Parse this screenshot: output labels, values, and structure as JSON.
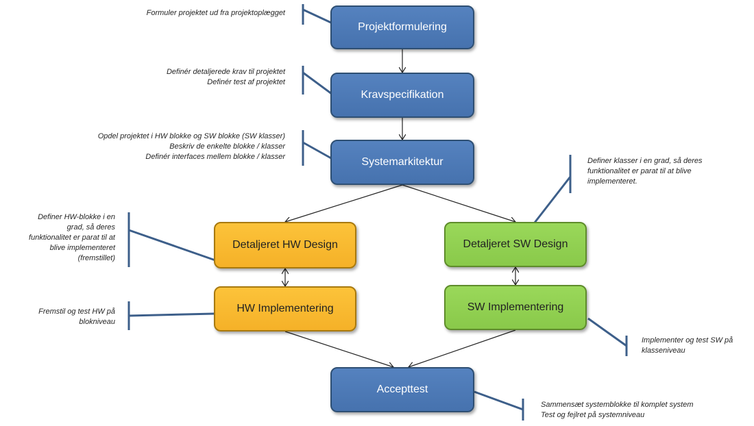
{
  "boxes": {
    "projektformulering": "Projektformulering",
    "kravspecifikation": "Kravspecifikation",
    "systemarkitektur": "Systemarkitektur",
    "hw_design": "Detaljeret HW Design",
    "sw_design": "Detaljeret SW Design",
    "hw_impl": "HW Implementering",
    "sw_impl": "SW Implementering",
    "accepttest": "Accepttest"
  },
  "notes": {
    "projektformulering": [
      "Formuler projektet ud fra projektoplægget"
    ],
    "kravspecifikation": [
      "Definér detaljerede krav til projektet",
      "Definér test af projektet"
    ],
    "systemarkitektur": [
      "Opdel projektet i HW blokke og SW blokke (SW klasser)",
      "Beskriv de enkelte blokke / klasser",
      "Definér interfaces mellem blokke / klasser"
    ],
    "hw_design": [
      "Definer HW-blokke i en",
      "grad, så deres",
      "funktionalitet er parat til at",
      "blive implementeret",
      "(fremstillet)"
    ],
    "sw_design": [
      "Definer klasser i en grad, så deres",
      "funktionalitet er parat til at blive",
      "implementeret."
    ],
    "hw_impl": [
      "Fremstil og test HW på",
      "blokniveau"
    ],
    "sw_impl": [
      "Implementer og test SW på",
      "klasseniveau"
    ],
    "accepttest": [
      "Sammensæt systemblokke til komplet system",
      "Test og fejlret på systemniveau"
    ]
  },
  "colors": {
    "blue": "#4f7cbb",
    "orange": "#f8ba30",
    "green": "#92d050",
    "connector": "#3d5f8a"
  }
}
